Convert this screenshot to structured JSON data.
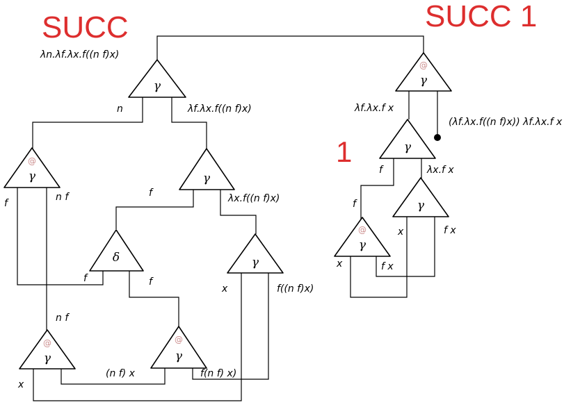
{
  "colors": {
    "accent": "#dd2e2e",
    "at_symbol": "#cc8e8e",
    "line": "#000000"
  },
  "titles": {
    "left": "SUCC",
    "right": "SUCC 1",
    "one": "1"
  },
  "symbols": {
    "gamma": "γ",
    "delta": "δ",
    "at": "@"
  },
  "labels": {
    "succ_term": "λn.λf.λx.f((n f)x)",
    "n": "n",
    "lf_lx_f_nfx": "λf.λx.f((n f)x)",
    "f_a": "f",
    "nf_a": "n f",
    "f_b": "f",
    "lx_f_nfx": "λx.f((n f)x)",
    "f_c": "f",
    "f_d": "f",
    "x_a": "x",
    "f_nfx": "f((n f)x)",
    "nf_b": "n f",
    "x_b": "x",
    "nf_x": "(n f) x",
    "f_nf_x": "f(n f) x)",
    "lf_lx_fx": "λf.λx.f x",
    "applied_term": "(λf.λx.f((n f)x)) λf.λx.f x",
    "f_e": "f",
    "lx_fx": "λx.f x",
    "f_f": "f",
    "x_c": "x",
    "fx_a": "f x",
    "x_d": "x",
    "fx_b": "f x"
  }
}
